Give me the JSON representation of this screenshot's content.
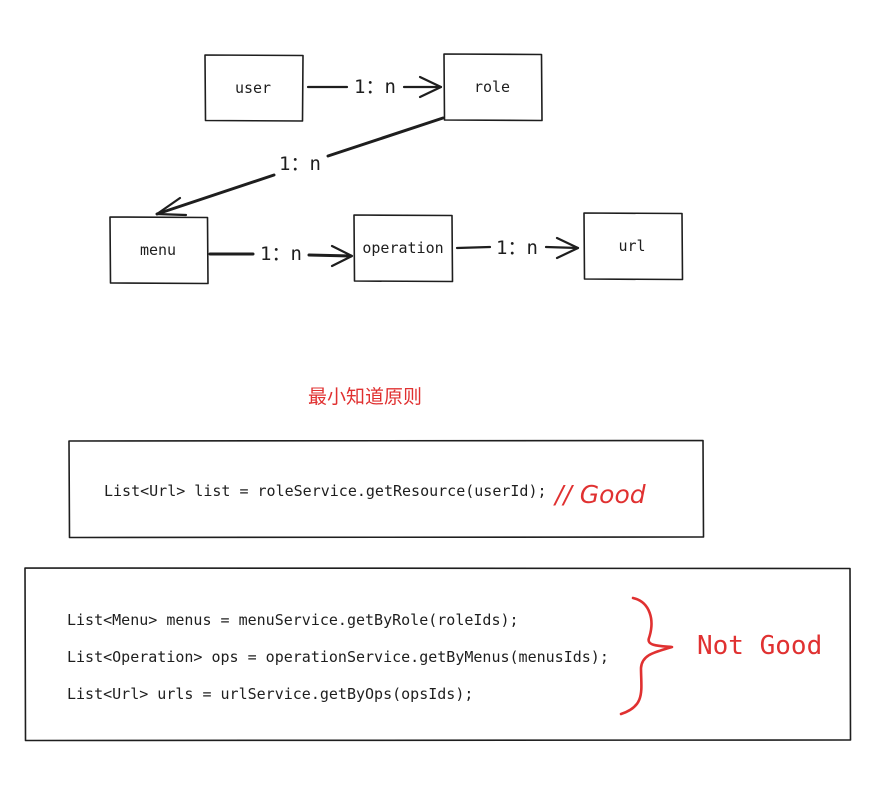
{
  "diagram": {
    "entities": {
      "user": "user",
      "role": "role",
      "menu": "menu",
      "operation": "operation",
      "url": "url"
    },
    "relations": {
      "user_role": "1：n",
      "role_menu": "1：n",
      "menu_operation": "1：n",
      "operation_url": "1：n"
    }
  },
  "principle_title": "最小知道原则",
  "good_block": {
    "code": "List<Url> list = roleService.getResource(userId);",
    "annotation": "// Good"
  },
  "bad_block": {
    "lines": [
      "List<Menu> menus = menuService.getByRole(roleIds);",
      "List<Operation> ops = operationService.getByMenus(menusIds);",
      "List<Url> urls = urlService.getByOps(opsIds);"
    ],
    "annotation": "Not Good"
  },
  "colors": {
    "ink": "#1e1e1e",
    "accent_red": "#e03131",
    "background": "#ffffff"
  }
}
